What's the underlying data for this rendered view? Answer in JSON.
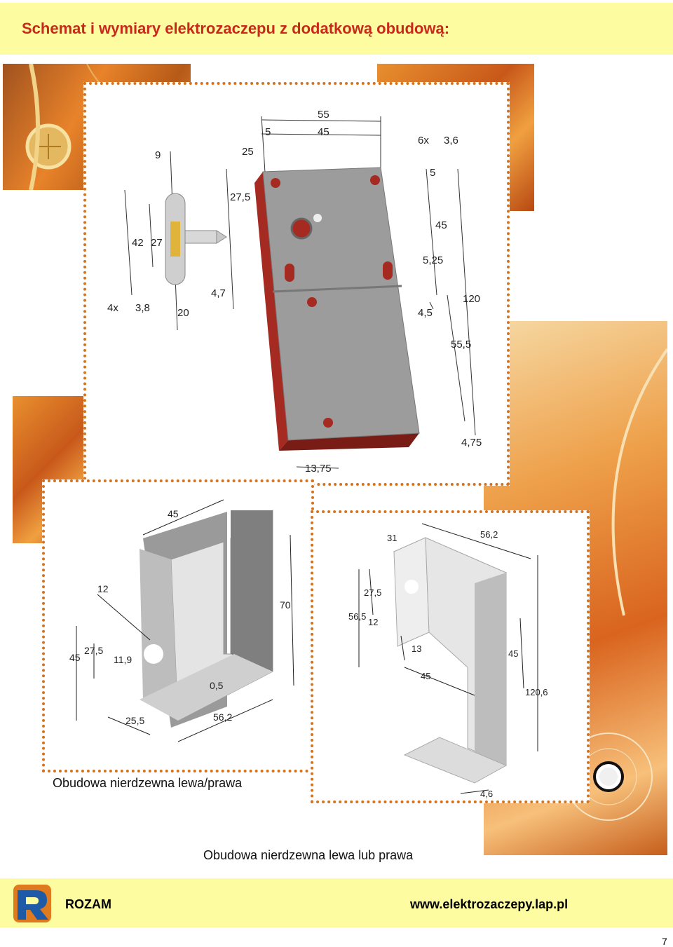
{
  "header": {
    "title": "Schemat i wymiary elektrozaczepu z dodatkową obudową:"
  },
  "drawings": {
    "lock": {
      "dims": [
        "55",
        "45",
        "5",
        "25",
        "6x",
        "3,6",
        "9",
        "27,5",
        "42",
        "27",
        "4x",
        "3,8",
        "4,7",
        "20",
        "5",
        "45",
        "5,25",
        "120",
        "4,5",
        "55,5",
        "4,75",
        "13,75"
      ]
    },
    "left_housing": {
      "dims": [
        "45",
        "70",
        "12",
        "45",
        "27,5",
        "11,9",
        "0,5",
        "25,5",
        "56,2"
      ],
      "caption": "Obudowa nierdzewna lewa/prawa"
    },
    "right_housing": {
      "dims": [
        "31",
        "56,2",
        "27,5",
        "56,5",
        "12",
        "13",
        "45",
        "45",
        "120,6",
        "4,6"
      ],
      "caption": "Obudowa nierdzewna lewa lub prawa"
    }
  },
  "footer": {
    "brand": "ROZAM",
    "url": "www.elektrozaczepy.lap.pl",
    "page_number": "7"
  },
  "colors": {
    "title": "#c8291b",
    "band": "#fdfca0",
    "dotted_border": "#d4731f",
    "lock_body": "#a52a22",
    "lock_face": "#9c9c9c",
    "logo_blue": "#1f5aa6",
    "logo_orange": "#e07a1f"
  }
}
